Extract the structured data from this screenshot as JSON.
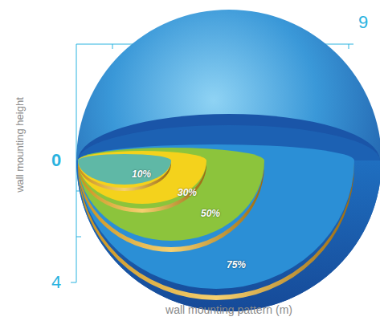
{
  "diagram": {
    "labels": [
      "9",
      "wall mounting height",
      "0",
      "4",
      "10%",
      "30%",
      "50%",
      "75%",
      "wall mounting pattern (m)"
    ]
  }
}
